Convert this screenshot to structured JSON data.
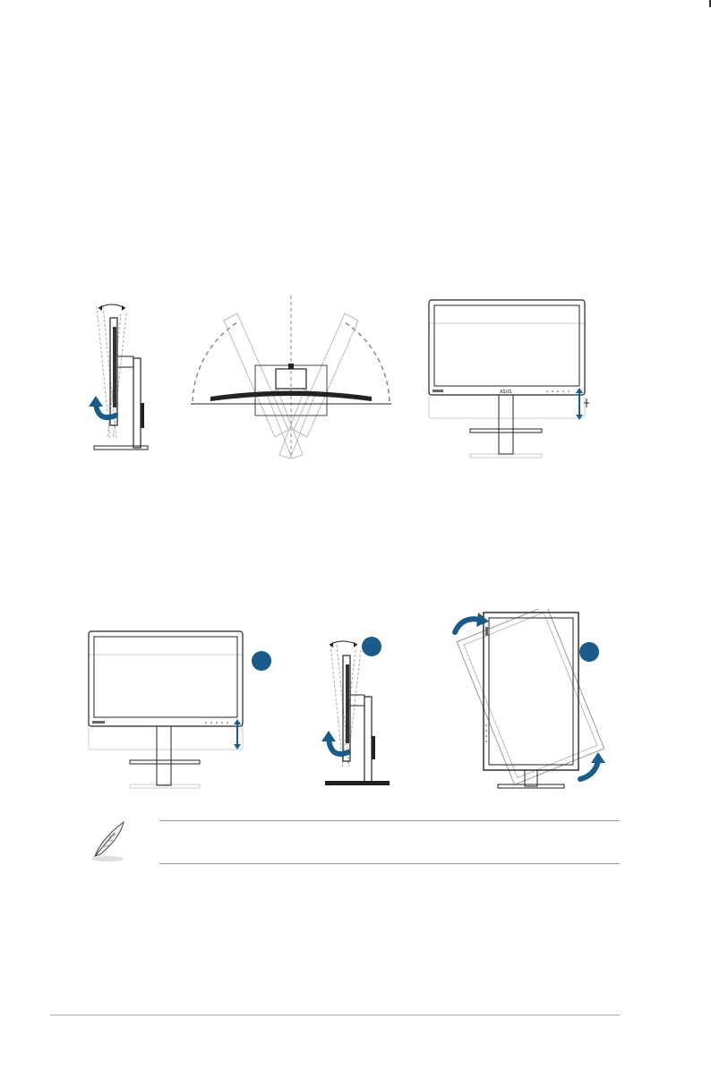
{
  "colors": {
    "arrow_blue": "#1a5b8a",
    "line_dark": "#222222",
    "line_light": "#bbbbbb",
    "dashed_grey": "#888888",
    "rule_grey": "#999999"
  },
  "figures": {
    "row1": [
      {
        "name": "tilt-side-view"
      },
      {
        "name": "swivel-top-view"
      },
      {
        "name": "height-adjust-front-view"
      }
    ],
    "row2": [
      {
        "name": "height-adjust-step"
      },
      {
        "name": "tilt-step"
      },
      {
        "name": "pivot-step"
      }
    ]
  },
  "brand_logo": "ASUS",
  "icons": {
    "note": "feather-pen-icon"
  }
}
